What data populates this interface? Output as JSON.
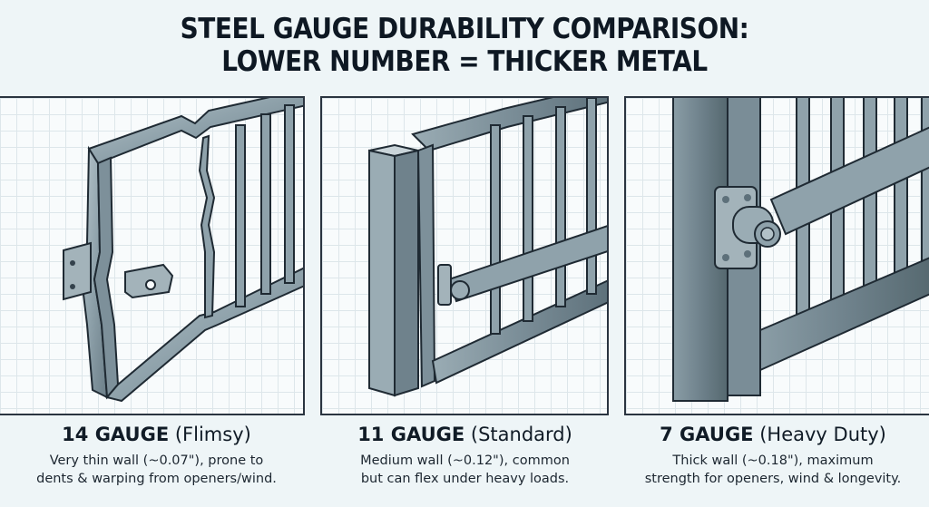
{
  "title": {
    "line1": "STEEL GAUGE DURABILITY COMPARISON:",
    "line2": "LOWER NUMBER = THICKER METAL"
  },
  "panels": [
    {
      "illustration": "bent thin-walled steel gate frame with warped bracket",
      "gauge": "14 GAUGE",
      "rating": "(Flimsy)",
      "desc_line1": "Very thin wall (~0.07\"), prone to",
      "desc_line2": "dents & warping from openers/wind."
    },
    {
      "illustration": "square post with medium gate frame and opener arm",
      "gauge": "11 GAUGE",
      "rating": "(Standard)",
      "desc_line1": "Medium wall (~0.12\"), common",
      "desc_line2": "but can flex under heavy loads."
    },
    {
      "illustration": "thick heavy-duty gate post with bolted opener arm",
      "gauge": "7 GAUGE",
      "rating": "(Heavy Duty)",
      "desc_line1": "Thick wall (~0.18\"), maximum",
      "desc_line2": "strength for openers, wind & longevity."
    }
  ],
  "colors": {
    "background": "#eef5f7",
    "panel_border": "#2a3440",
    "grid": "#dde6ea",
    "steel": "#8fa2ab",
    "steel_dark": "#5d707a",
    "text": "#0f1a24"
  }
}
